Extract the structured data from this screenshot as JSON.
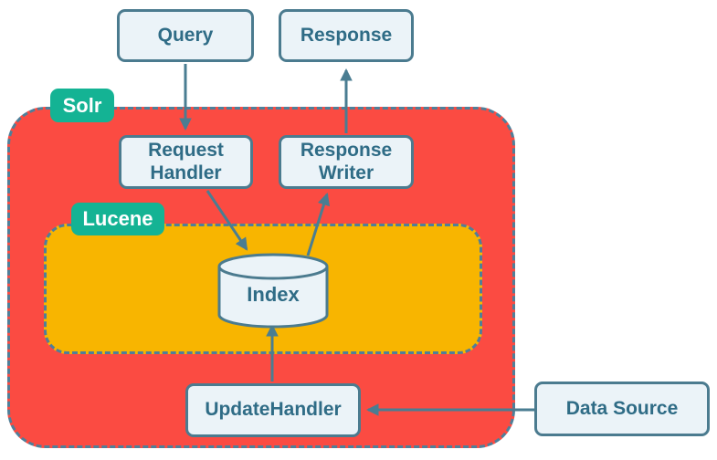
{
  "diagram": {
    "type": "architecture-flow",
    "badges": {
      "solr": {
        "label": "Solr"
      },
      "lucene": {
        "label": "Lucene"
      }
    },
    "nodes": {
      "query": {
        "label": "Query"
      },
      "response": {
        "label": "Response"
      },
      "request_handler": {
        "label": "Request Handler"
      },
      "response_writer": {
        "label": "Response Writer"
      },
      "index": {
        "label": "Index",
        "shape": "cylinder"
      },
      "update_handler": {
        "label": "UpdateHandler"
      },
      "data_source": {
        "label": "Data Source"
      }
    },
    "edges": [
      {
        "from": "Query",
        "to": "Request Handler"
      },
      {
        "from": "Request Handler",
        "to": "Index"
      },
      {
        "from": "Index",
        "to": "Response Writer"
      },
      {
        "from": "Response Writer",
        "to": "Response"
      },
      {
        "from": "UpdateHandler",
        "to": "Index"
      },
      {
        "from": "Data Source",
        "to": "UpdateHandler"
      }
    ],
    "colors": {
      "solr_fill": "#fb4b42",
      "lucene_fill": "#f8b500",
      "badge_fill": "#14b394",
      "node_fill": "#ebf3f8",
      "node_border": "#4b7b8f",
      "label_text": "#2f6c86",
      "arrow": "#4a7d92",
      "container_dash": "#4f7f99"
    }
  }
}
